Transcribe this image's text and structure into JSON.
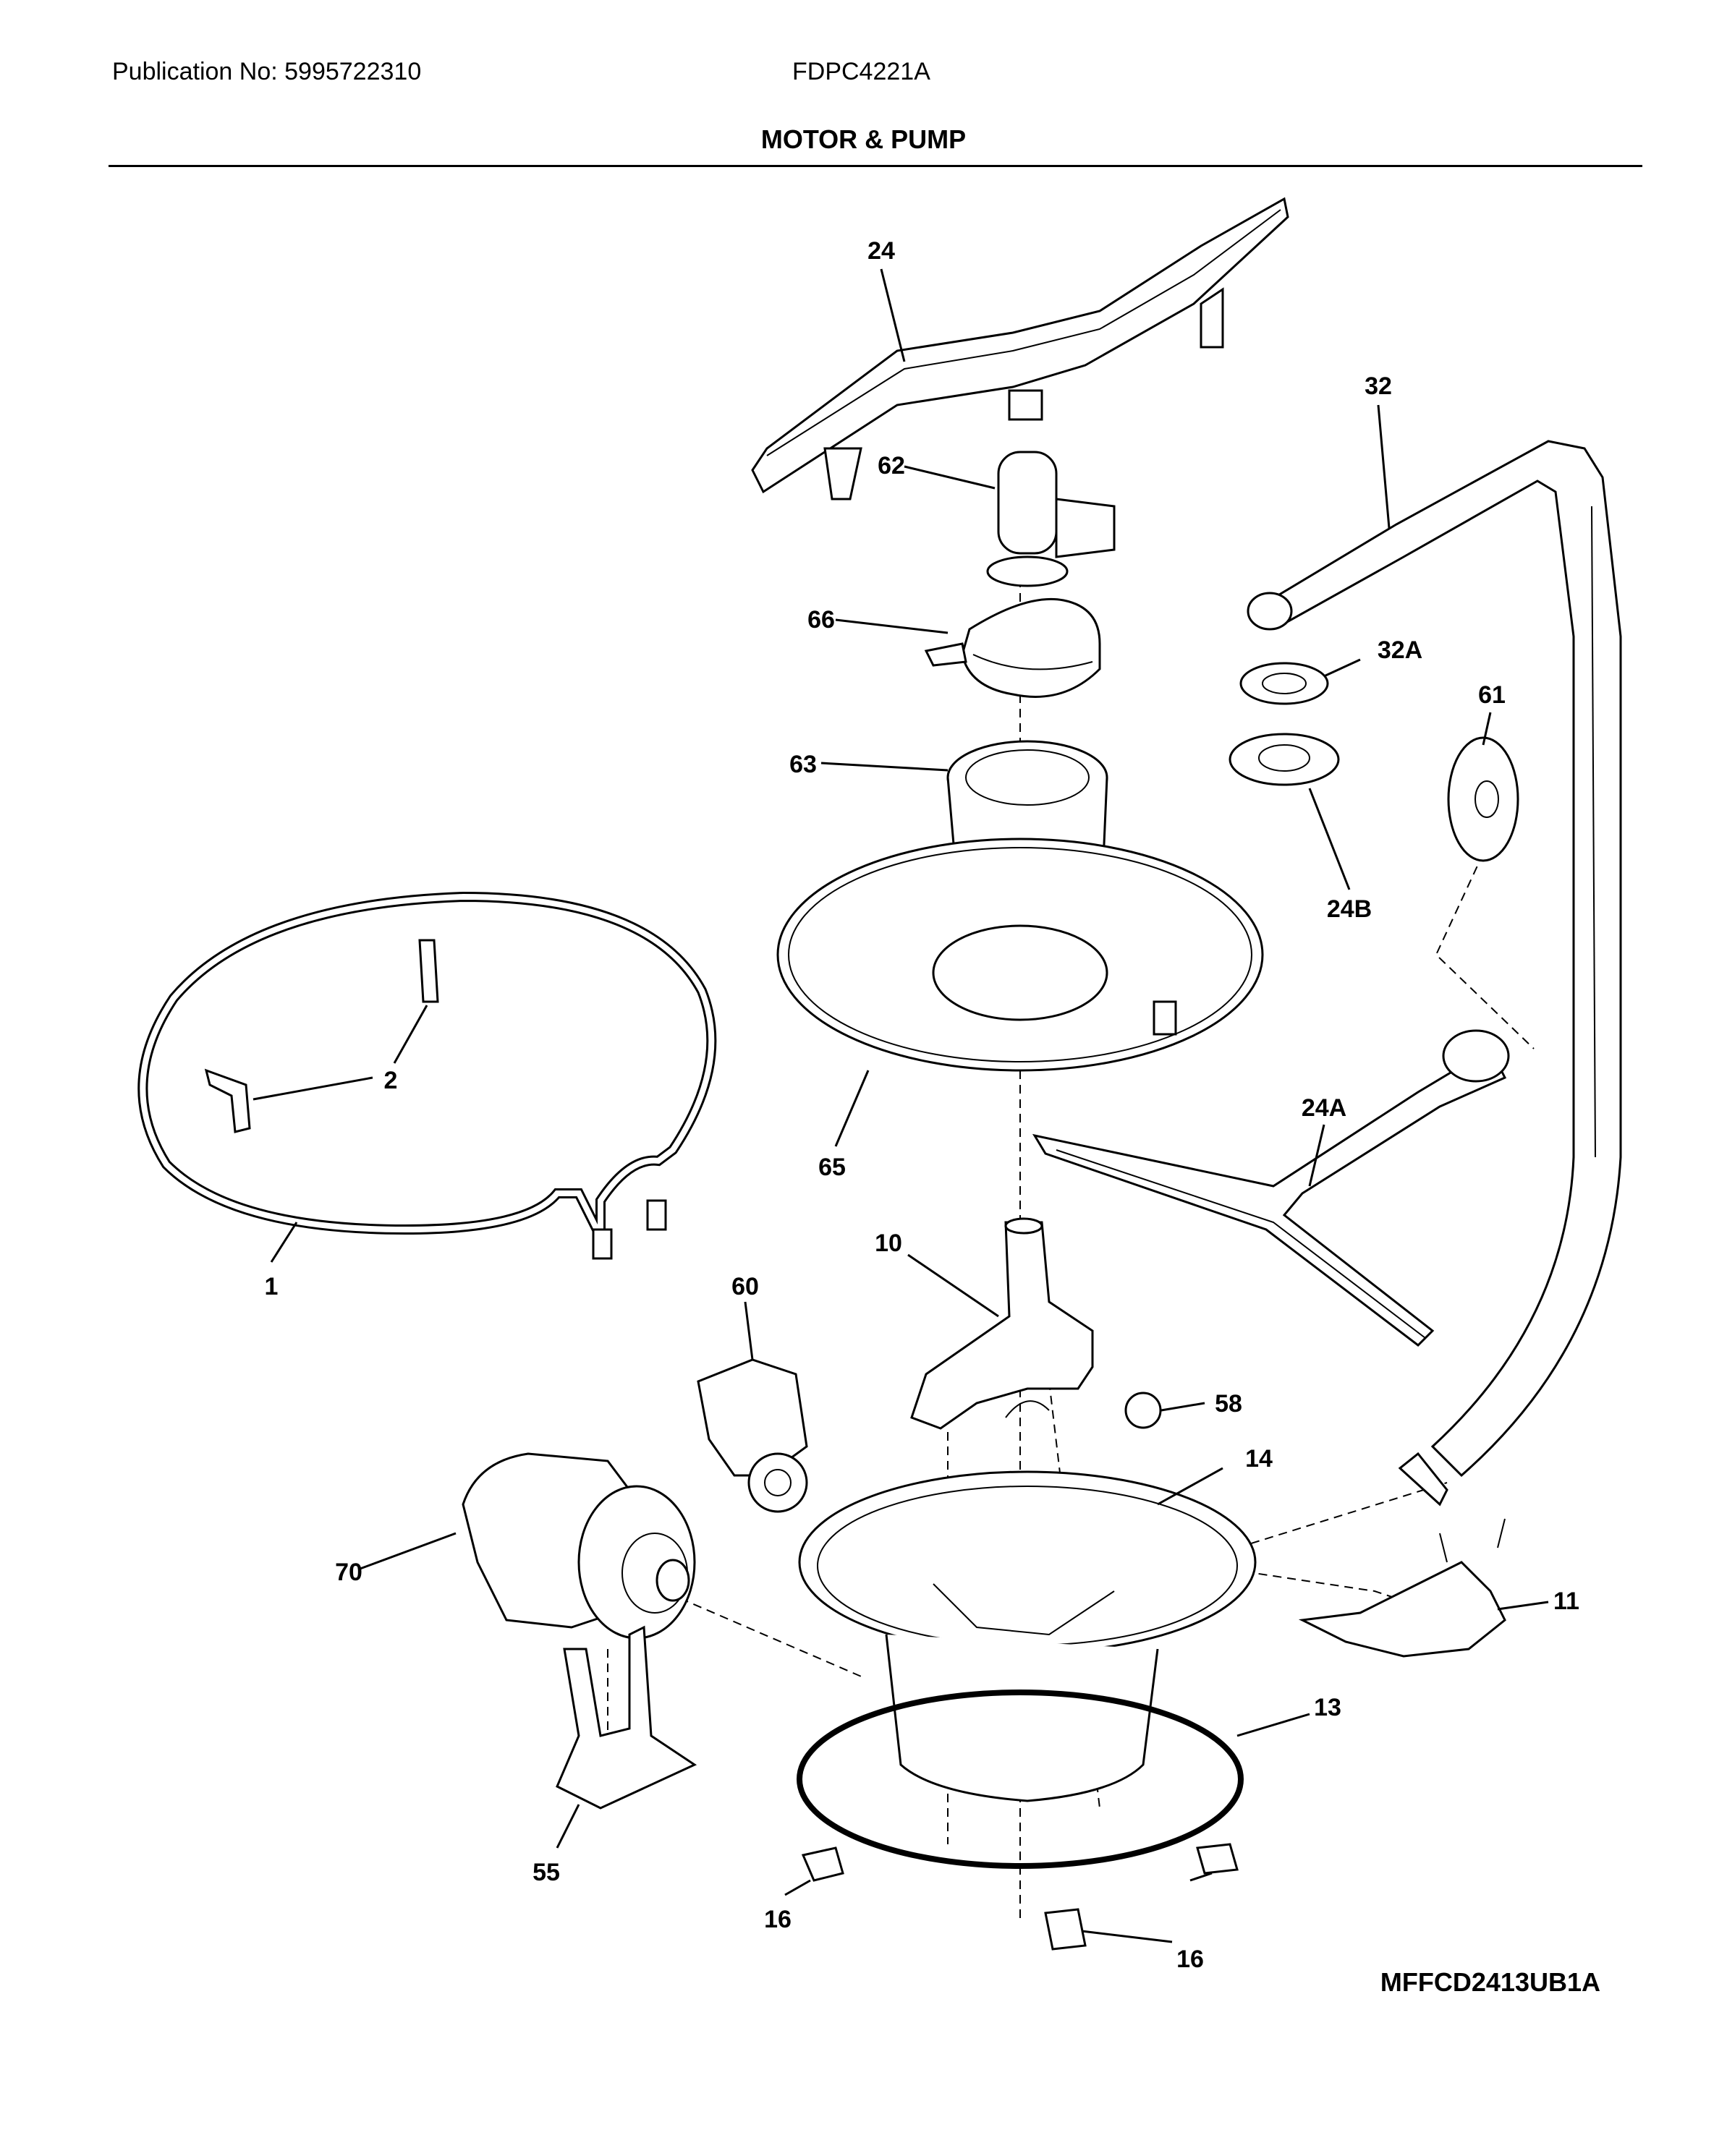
{
  "header": {
    "publication": "Publication No: 5995722310",
    "model": "FDPC4221A",
    "section_title": "MOTOR & PUMP"
  },
  "footer": {
    "diagram_code": "MFFCD2413UB1A"
  },
  "callouts": {
    "c24": "24",
    "c32": "32",
    "c62": "62",
    "c66": "66",
    "c32A": "32A",
    "c61": "61",
    "c63": "63",
    "c24B": "24B",
    "c2": "2",
    "c65": "65",
    "c24A": "24A",
    "c1": "1",
    "c10": "10",
    "c60": "60",
    "c58": "58",
    "c14": "14",
    "c70": "70",
    "c11": "11",
    "c13": "13",
    "c55": "55",
    "c16a": "16",
    "c16b": "16"
  }
}
